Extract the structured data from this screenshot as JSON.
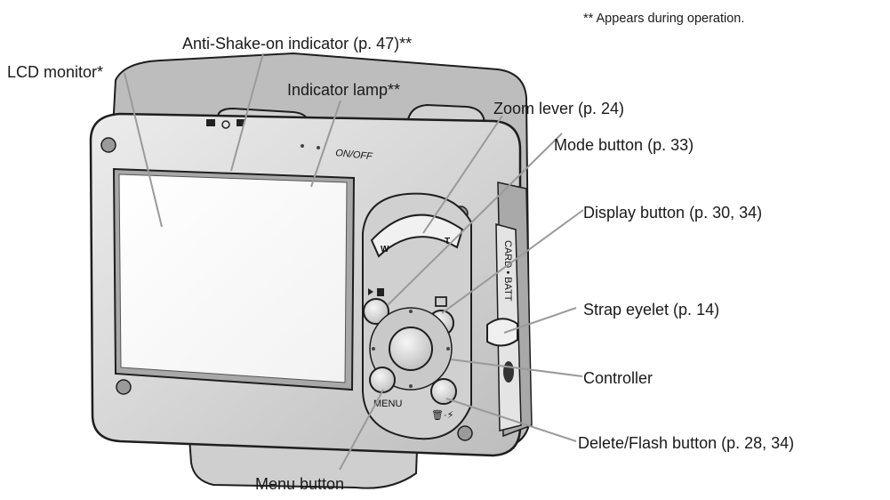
{
  "note": "** Appears during operation.",
  "callouts": {
    "lcd_monitor": "LCD monitor*",
    "anti_shake": "Anti-Shake-on indicator (p. 47)**",
    "indicator_lamp": "Indicator lamp**",
    "zoom_lever": "Zoom lever (p. 24)",
    "mode_button": "Mode button (p. 33)",
    "display_button": "Display button (p. 30, 34)",
    "strap_eyelet": "Strap eyelet (p. 14)",
    "controller": "Controller",
    "delete_flash": "Delete/Flash button (p. 28, 34)",
    "menu_button": "Menu button"
  },
  "camera_markings": {
    "on_off": "ON/OFF",
    "zoom_w": "W",
    "zoom_t": "T",
    "menu": "MENU",
    "card_batt": "CARD • BATT"
  },
  "colors": {
    "body": "#d9d9d9",
    "body_dark": "#8a8a8a",
    "outline": "#1e1e1e",
    "leader": "#9a9a9a"
  }
}
